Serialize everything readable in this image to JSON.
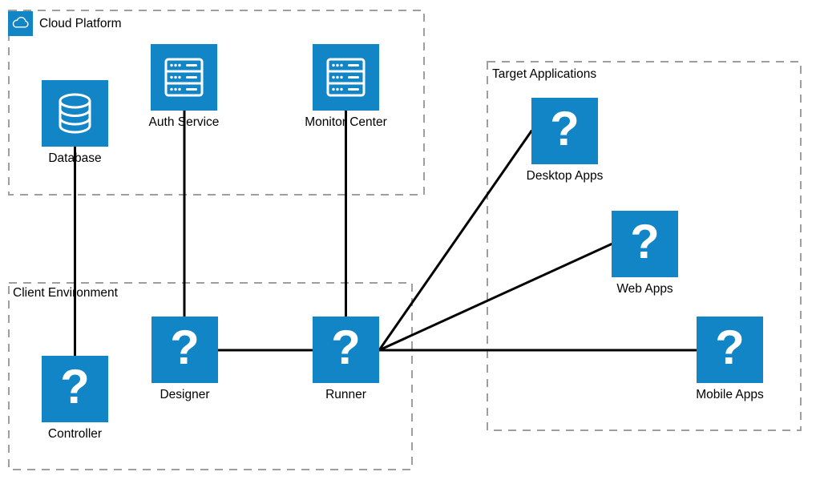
{
  "containers": {
    "cloud_platform": {
      "title": "Cloud Platform"
    },
    "client_environment": {
      "title": "Client Environment"
    },
    "target_applications": {
      "title": "Target Applications"
    }
  },
  "nodes": {
    "database": {
      "label": "Database",
      "icon": "database-cylinder-icon",
      "container": "cloud_platform"
    },
    "auth_service": {
      "label": "Auth Service",
      "icon": "server-rack-icon",
      "container": "cloud_platform"
    },
    "monitor_center": {
      "label": "Monitor Center",
      "icon": "server-rack-icon",
      "container": "cloud_platform"
    },
    "controller": {
      "label": "Controller",
      "icon": "question-mark-icon",
      "container": "client_environment"
    },
    "designer": {
      "label": "Designer",
      "icon": "question-mark-icon",
      "container": "client_environment"
    },
    "runner": {
      "label": "Runner",
      "icon": "question-mark-icon",
      "container": "client_environment"
    },
    "desktop_apps": {
      "label": "Desktop Apps",
      "icon": "question-mark-icon",
      "container": "target_applications"
    },
    "web_apps": {
      "label": "Web Apps",
      "icon": "question-mark-icon",
      "container": "target_applications"
    },
    "mobile_apps": {
      "label": "Mobile Apps",
      "icon": "question-mark-icon",
      "container": "target_applications"
    }
  },
  "edges": [
    {
      "from": "database",
      "to": "controller"
    },
    {
      "from": "auth_service",
      "to": "designer"
    },
    {
      "from": "monitor_center",
      "to": "runner"
    },
    {
      "from": "designer",
      "to": "runner"
    },
    {
      "from": "runner",
      "to": "desktop_apps"
    },
    {
      "from": "runner",
      "to": "web_apps"
    },
    {
      "from": "runner",
      "to": "mobile_apps"
    }
  ],
  "glyphs": {
    "question_mark": "?"
  },
  "colors": {
    "node_fill": "#1285C6",
    "icon_stroke": "#FFFFFF",
    "edge": "#000000",
    "container_border": "#9E9E9E",
    "text": "#000000",
    "background": "#FFFFFF"
  }
}
